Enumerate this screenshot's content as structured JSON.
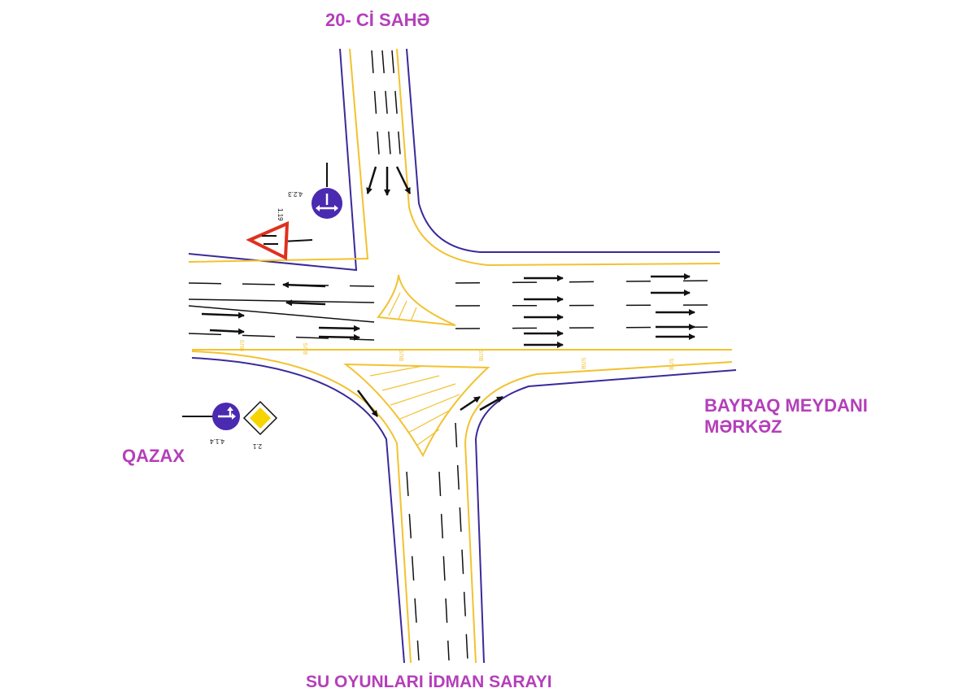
{
  "destinations": {
    "north": "20- Cİ SAHƏ",
    "west": "QAZAX",
    "east_line1": "BAYRAQ MEYDANI",
    "east_line2": "MƏRKƏZ",
    "south": "SU OYUNLARI İDMAN SARAYI"
  },
  "signs": {
    "sign_4_2_3": "4.2.3",
    "sign_1_19": "1.19",
    "sign_4_1_4": "4.1.4",
    "sign_2_1": "2.1"
  },
  "road_markings": {
    "bus_lane": "BUS"
  },
  "colors": {
    "destination_text": "#b43fba",
    "road_edge": "#3a2a9a",
    "curb_line": "#f2c230",
    "lane_marking": "#111111",
    "sign_blue": "#4a2ab0",
    "warning_red": "#e0301e",
    "priority_yellow": "#f5d400"
  }
}
